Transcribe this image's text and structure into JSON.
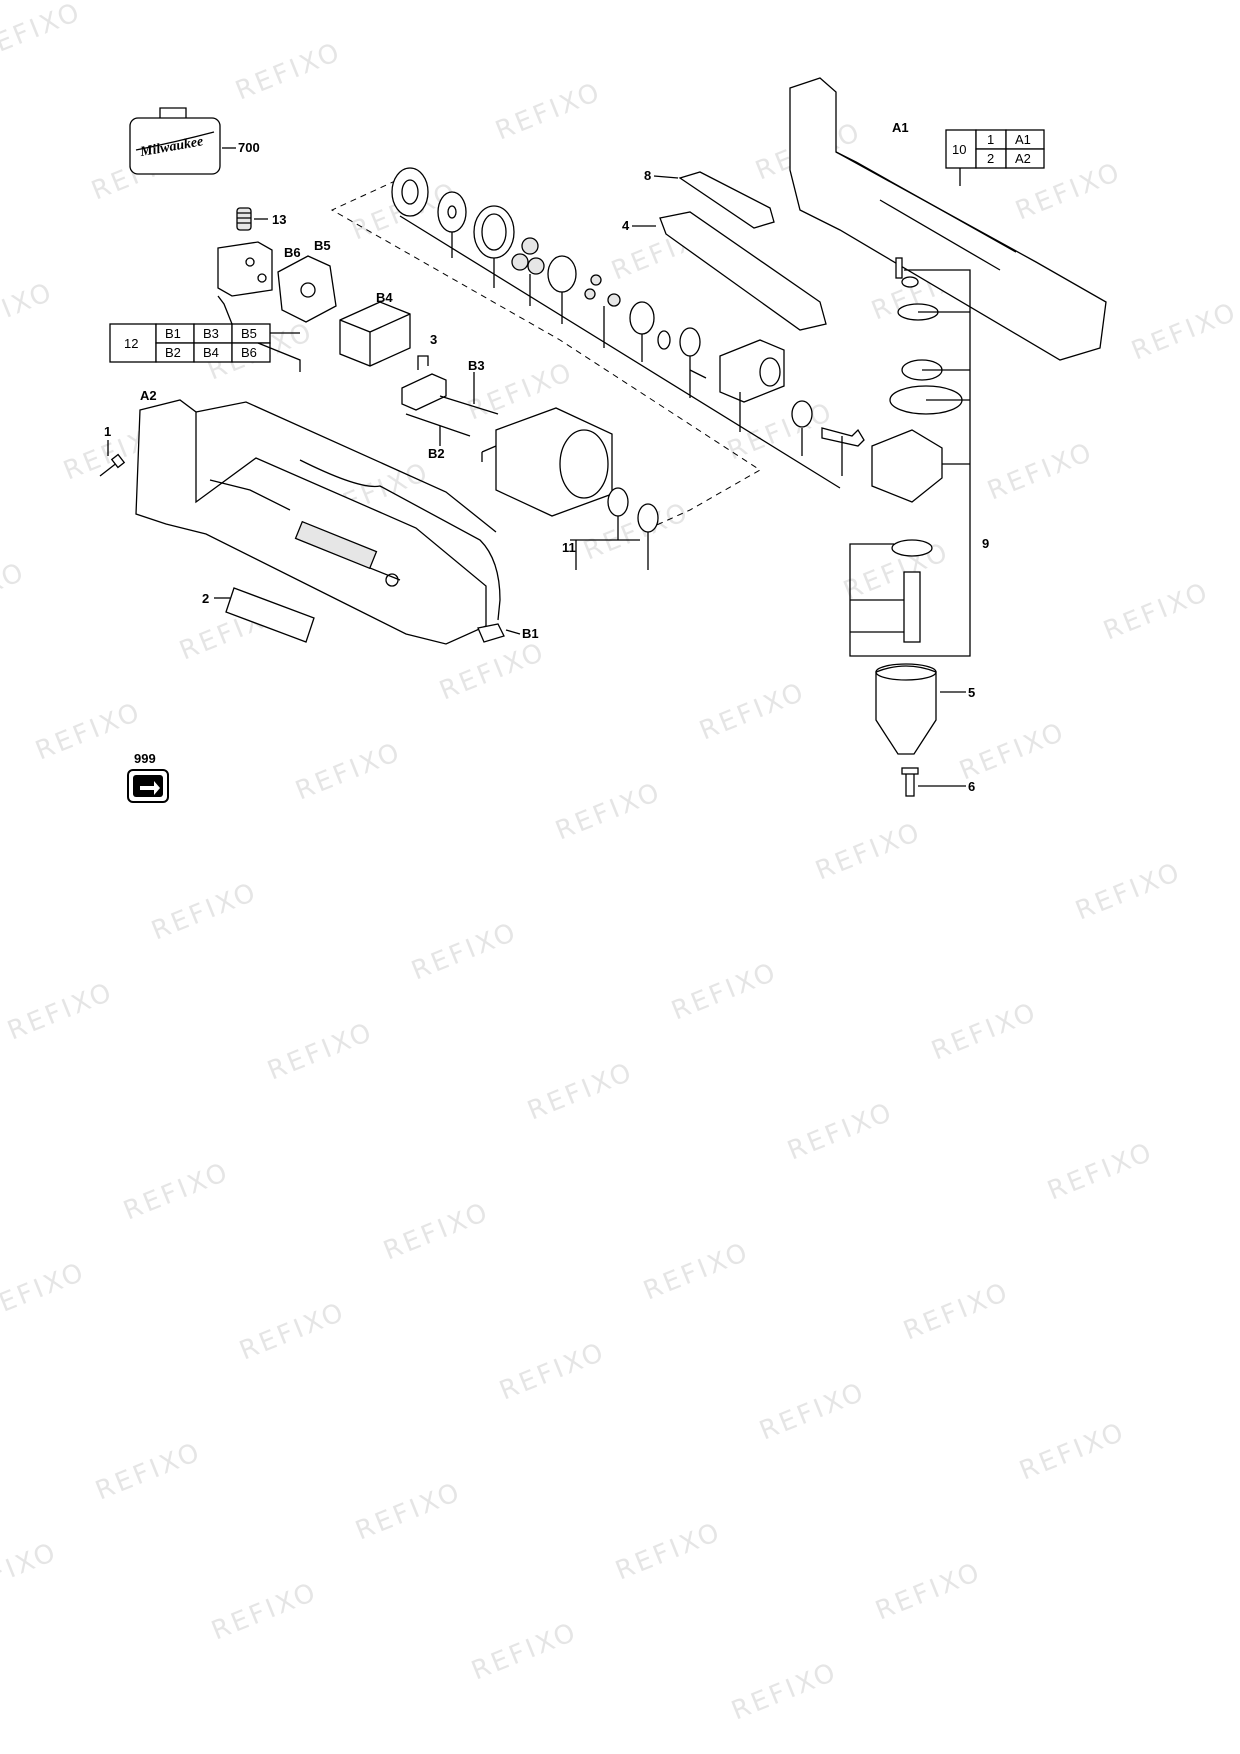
{
  "watermark_text": "REFIXO",
  "brand_logo_text": "Milwaukee",
  "callouts": {
    "case": "700",
    "spring": "13",
    "b6": "B6",
    "b5": "B5",
    "b4": "B4",
    "a2": "A2",
    "screw": "1",
    "label_2": "2",
    "switch": "3",
    "b3": "B3",
    "b2": "B2",
    "motor": "11",
    "b1": "B1",
    "lever": "8",
    "cover": "4",
    "a1": "A1",
    "head": "9",
    "chuck": "5",
    "chuck_screw": "6",
    "service": "999"
  },
  "table_12": {
    "row_label": "12",
    "cells": [
      "B1",
      "B3",
      "B5",
      "B2",
      "B4",
      "B6"
    ]
  },
  "table_10": {
    "row_label": "10",
    "rows": [
      {
        "no": "1",
        "ref": "A1"
      },
      {
        "no": "2",
        "ref": "A2"
      }
    ]
  }
}
